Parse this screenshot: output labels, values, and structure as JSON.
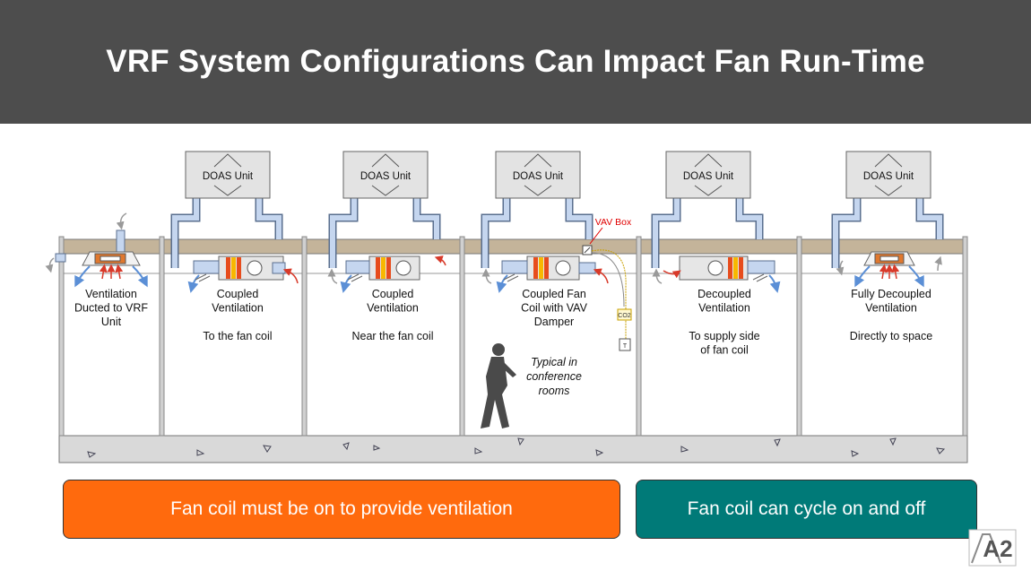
{
  "title": "VRF System Configurations Can Impact Fan Run-Time",
  "doas_label": "DOAS Unit",
  "vav_label": "VAV Box",
  "co2_label": "CO2",
  "thermostat_label": "T",
  "zones": [
    {
      "name_lines": [
        "Ventilation",
        "Ducted to VRF",
        "Unit"
      ],
      "detail_lines": []
    },
    {
      "name_lines": [
        "Coupled",
        "Ventilation"
      ],
      "detail_lines": [
        "To the fan coil"
      ]
    },
    {
      "name_lines": [
        "Coupled",
        "Ventilation"
      ],
      "detail_lines": [
        "Near the fan coil"
      ]
    },
    {
      "name_lines": [
        "Coupled Fan",
        "Coil with VAV",
        "Damper"
      ],
      "detail_lines": []
    },
    {
      "name_lines": [
        "Decoupled",
        "Ventilation"
      ],
      "detail_lines": [
        "To supply side",
        "of fan coil"
      ]
    },
    {
      "name_lines": [
        "Fully Decoupled",
        "Ventilation"
      ],
      "detail_lines": [
        "Directly to space"
      ]
    }
  ],
  "conference_note_lines": [
    "Typical in",
    "conference",
    "rooms"
  ],
  "banners": {
    "left": "Fan coil must be on to provide ventilation",
    "right": "Fan coil can cycle on and off"
  },
  "colors": {
    "header_bg": "#4d4d4d",
    "orange": "#ff6a0d",
    "teal": "#007a78",
    "duct": "#c5d6ef",
    "duct_stroke": "#5a6f8f",
    "ceiling": "#c4b49a",
    "slab": "#d9d9d9",
    "arrow_blue": "#5b8fd6",
    "arrow_red": "#d83a2a"
  },
  "logo_text": "A2"
}
